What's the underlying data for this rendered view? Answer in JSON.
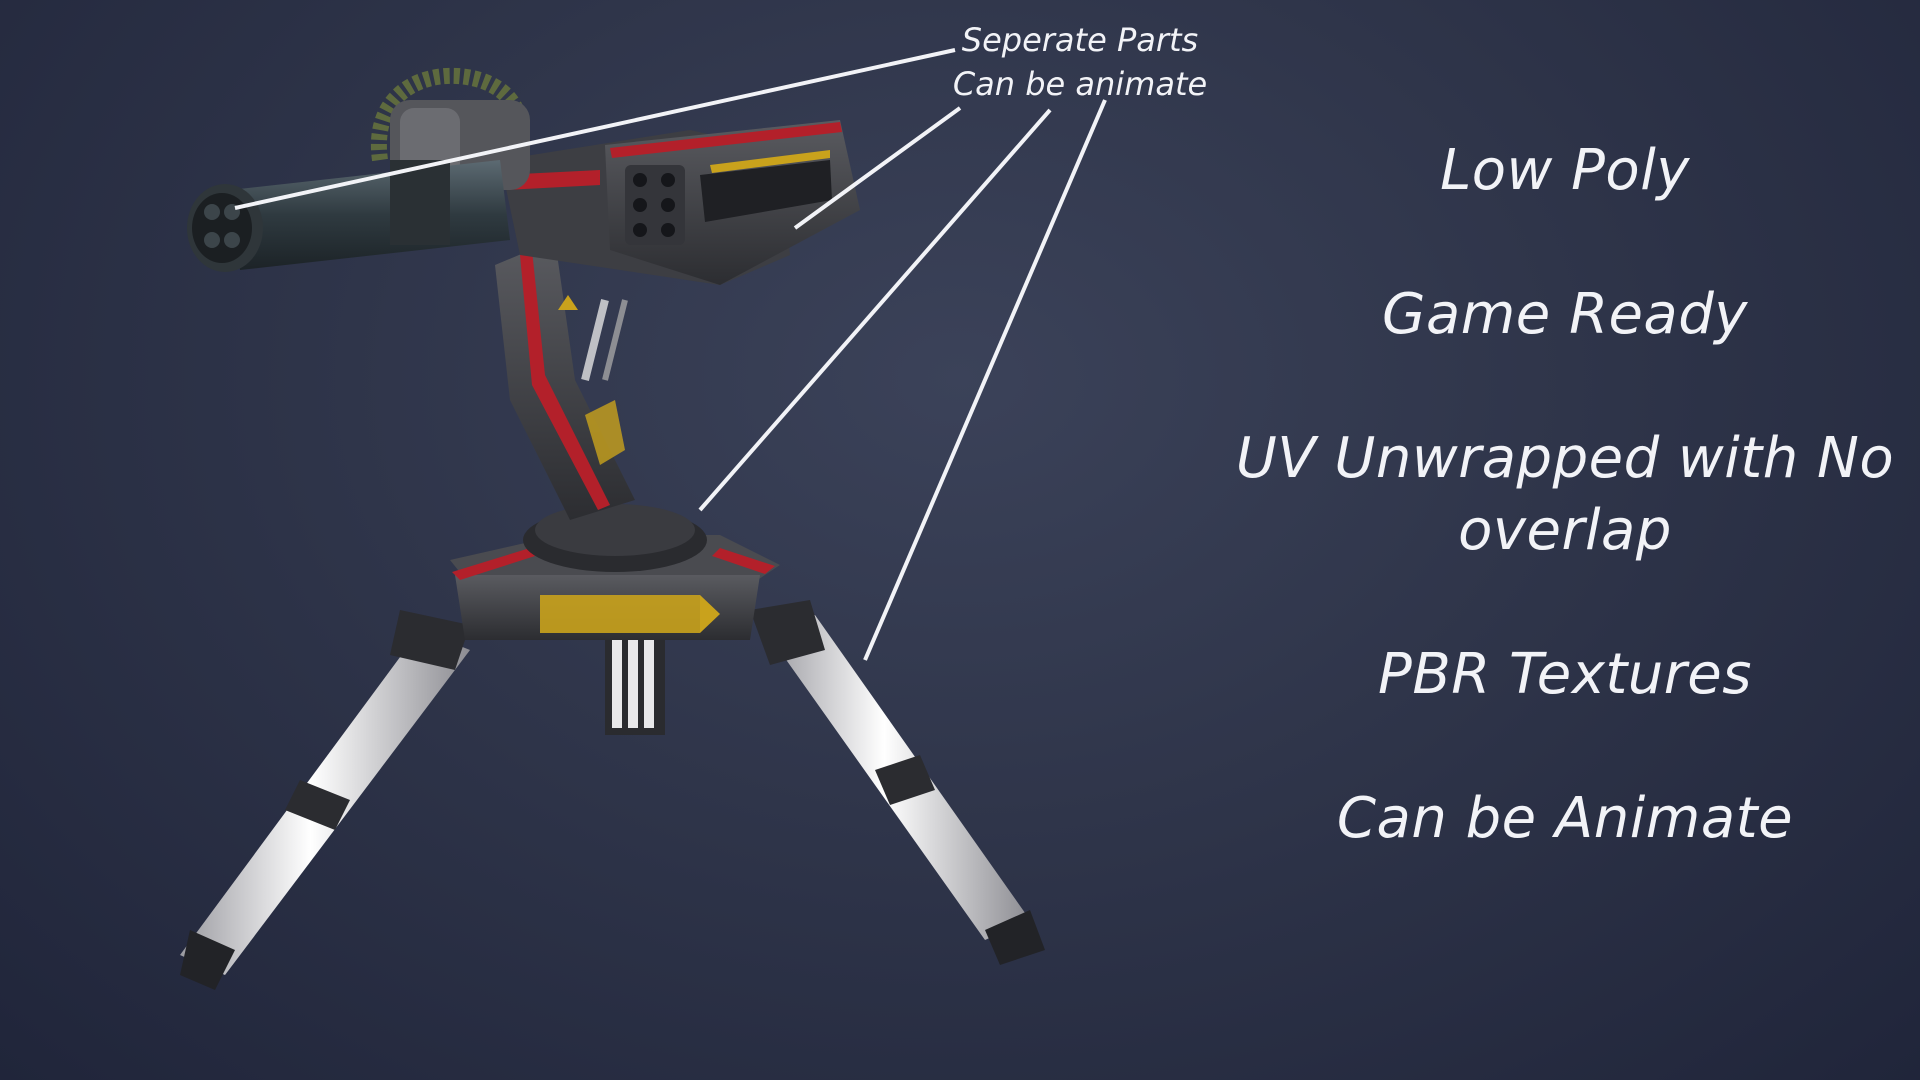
{
  "callout": {
    "line1": "Seperate Parts",
    "line2": "Can be animate"
  },
  "features": [
    "Low Poly",
    "Game Ready",
    "UV Unwrapped with No overlap",
    "PBR Textures",
    "Can be Animate"
  ],
  "colors": {
    "background": "#2f354a",
    "text": "#f2f3f7",
    "accent_red": "#b3202a",
    "accent_yellow": "#c9a21c",
    "metal_dark": "#3a3b3e",
    "leg_white": "#e8e8ea"
  }
}
